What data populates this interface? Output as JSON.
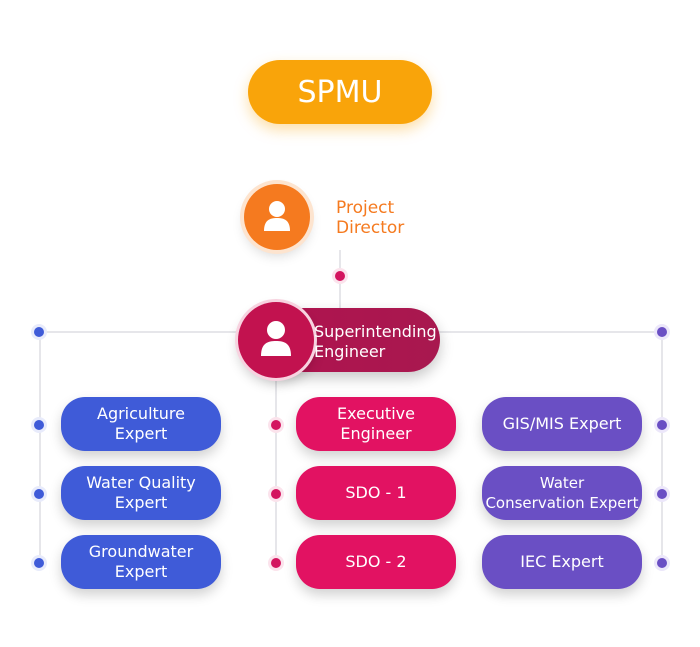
{
  "root": {
    "label": "SPMU",
    "color": "#f9a40a"
  },
  "project_director": {
    "label": "Project\nDirector",
    "icon": "person-icon",
    "color": "#f57a1f"
  },
  "superintending_engineer": {
    "label": "Superintending\nEngineer",
    "icon": "person-icon",
    "color": "#c2124f"
  },
  "columns": {
    "left": {
      "color": "#3f5bd8",
      "items": [
        "Agriculture\nExpert",
        "Water Quality\nExpert",
        "Groundwater\nExpert"
      ]
    },
    "center": {
      "color": "#e21262",
      "items": [
        "Executive\nEngineer",
        "SDO - 1",
        "SDO - 2"
      ]
    },
    "right": {
      "color": "#6a4fc4",
      "items": [
        "GIS/MIS Expert",
        "Water\nConservation Expert",
        "IEC Expert"
      ]
    }
  }
}
